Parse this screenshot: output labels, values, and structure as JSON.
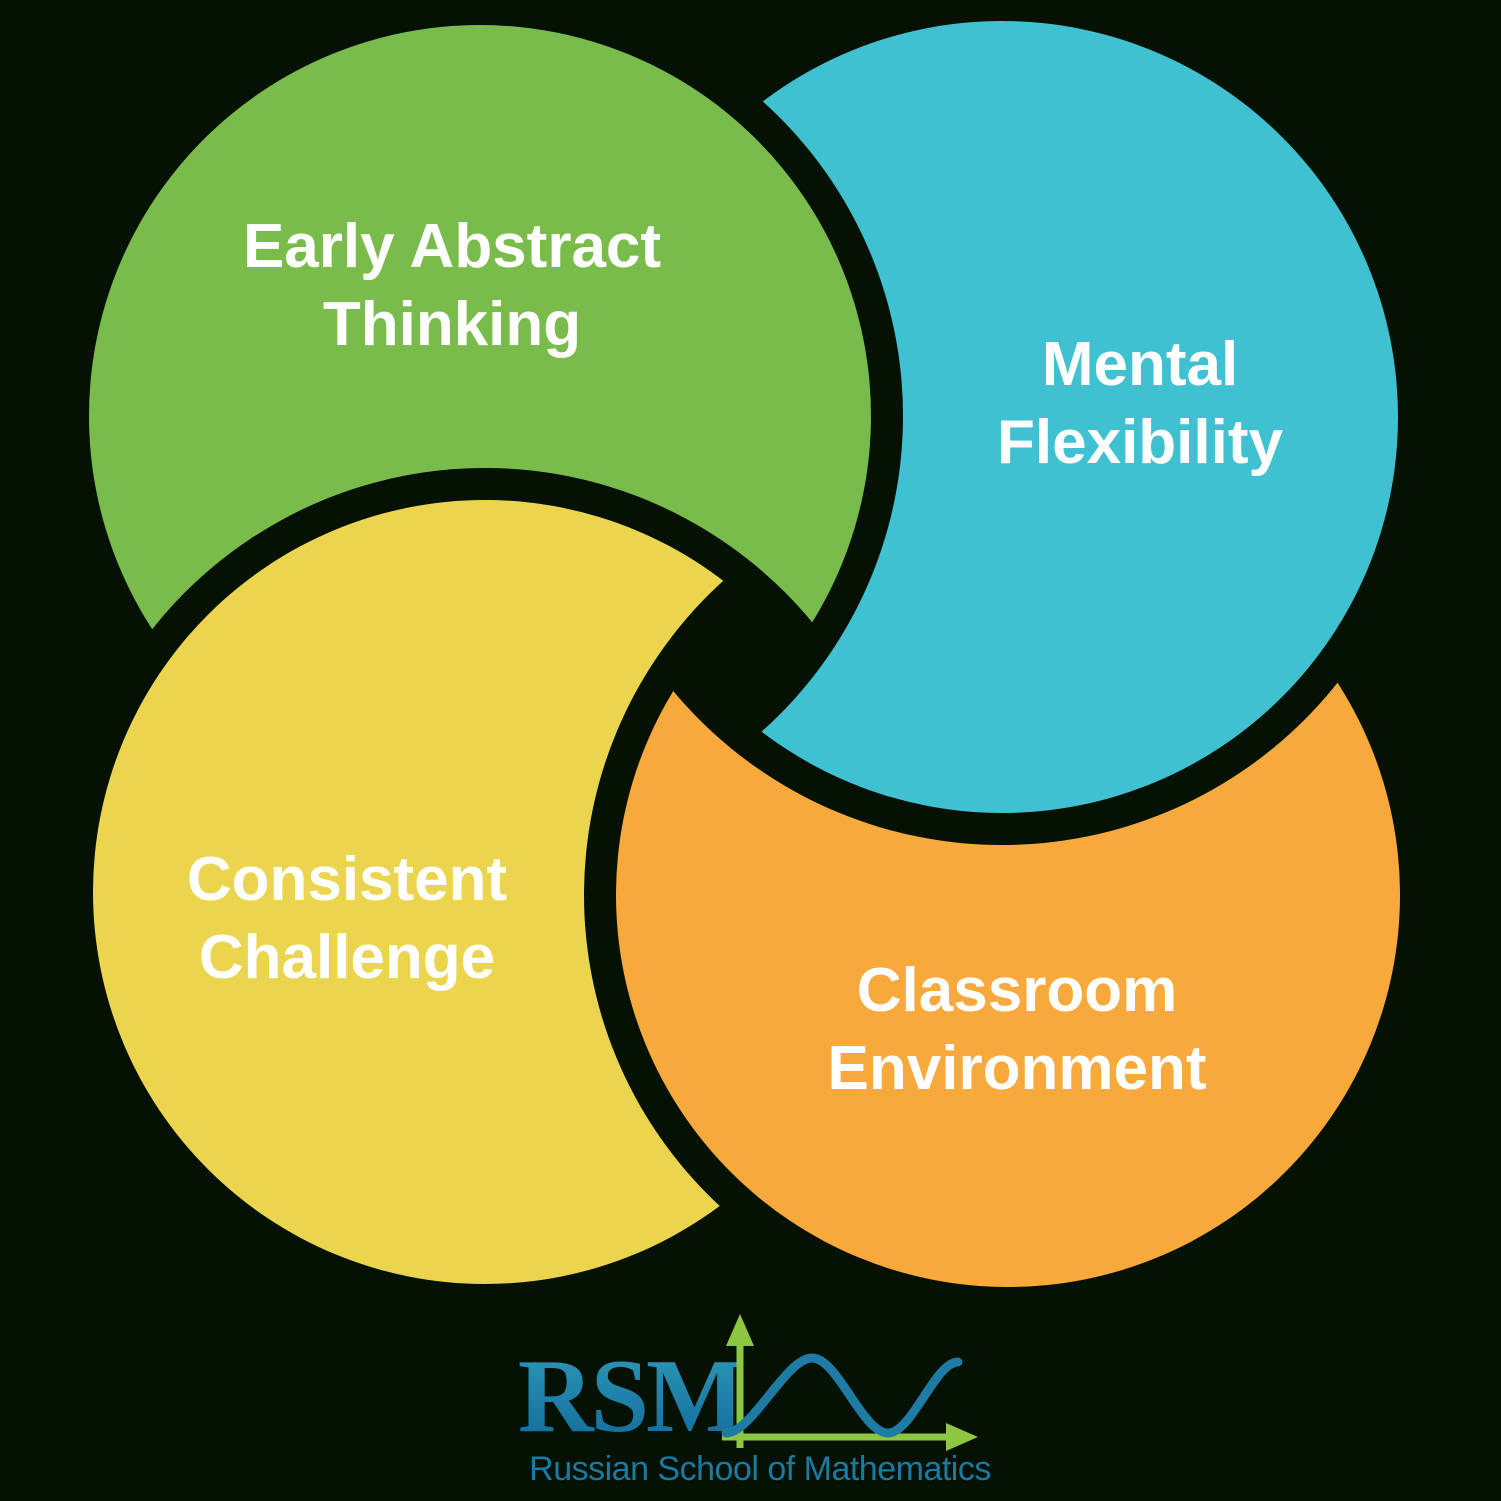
{
  "background_color": "#041103",
  "label_text_color": "#ffffff",
  "petals": [
    {
      "name": "early-abstract-thinking",
      "line1": "Early Abstract",
      "line2": "Thinking",
      "color": "#7abc4b"
    },
    {
      "name": "mental-flexibility",
      "line1": "Mental",
      "line2": "Flexibility",
      "color": "#3fc1d1"
    },
    {
      "name": "consistent-challenge",
      "line1": "Consistent",
      "line2": "Challenge",
      "color": "#ebd54f"
    },
    {
      "name": "classroom-environment",
      "line1": "Classroom",
      "line2": "Environment",
      "color": "#f7a93b"
    }
  ],
  "logo": {
    "acronym": "RSM",
    "name": "Russian School of Mathematics",
    "colors": {
      "wordmark_top": "#2f9cba",
      "wordmark_bottom": "#10689a",
      "tagline": "#1a7aa2",
      "axes": "#8dc63f",
      "curve": "#1e7ca4"
    }
  }
}
